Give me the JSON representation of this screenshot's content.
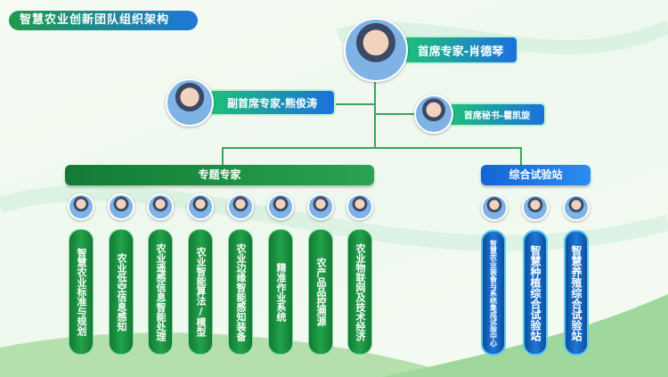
{
  "title": "智慧农业创新团队组织架构",
  "chief": {
    "label": "首席专家-肖德琴"
  },
  "vice": {
    "label": "副首席专家-熊俊涛"
  },
  "secretary": {
    "label": "首席秘书-瞿凯旋"
  },
  "topic_group": {
    "label": "专题专家",
    "items": [
      "智慧农业标准与规划",
      "农业低空信息感知",
      "农业遥感信息智能处理",
      "农业智能算法/模型",
      "农业边缘智能感知装备",
      "精准作业系统",
      "农产品品控溯源",
      "农业物联网及技术经济"
    ]
  },
  "station_group": {
    "label": "综合试验站",
    "items": [
      "智慧农业装备与系统集成试验中心",
      "智慧种植综合试验站",
      "智慧养殖综合试验站"
    ]
  },
  "colors": {
    "green": "#1f8f3e",
    "blue": "#1e77d8"
  }
}
